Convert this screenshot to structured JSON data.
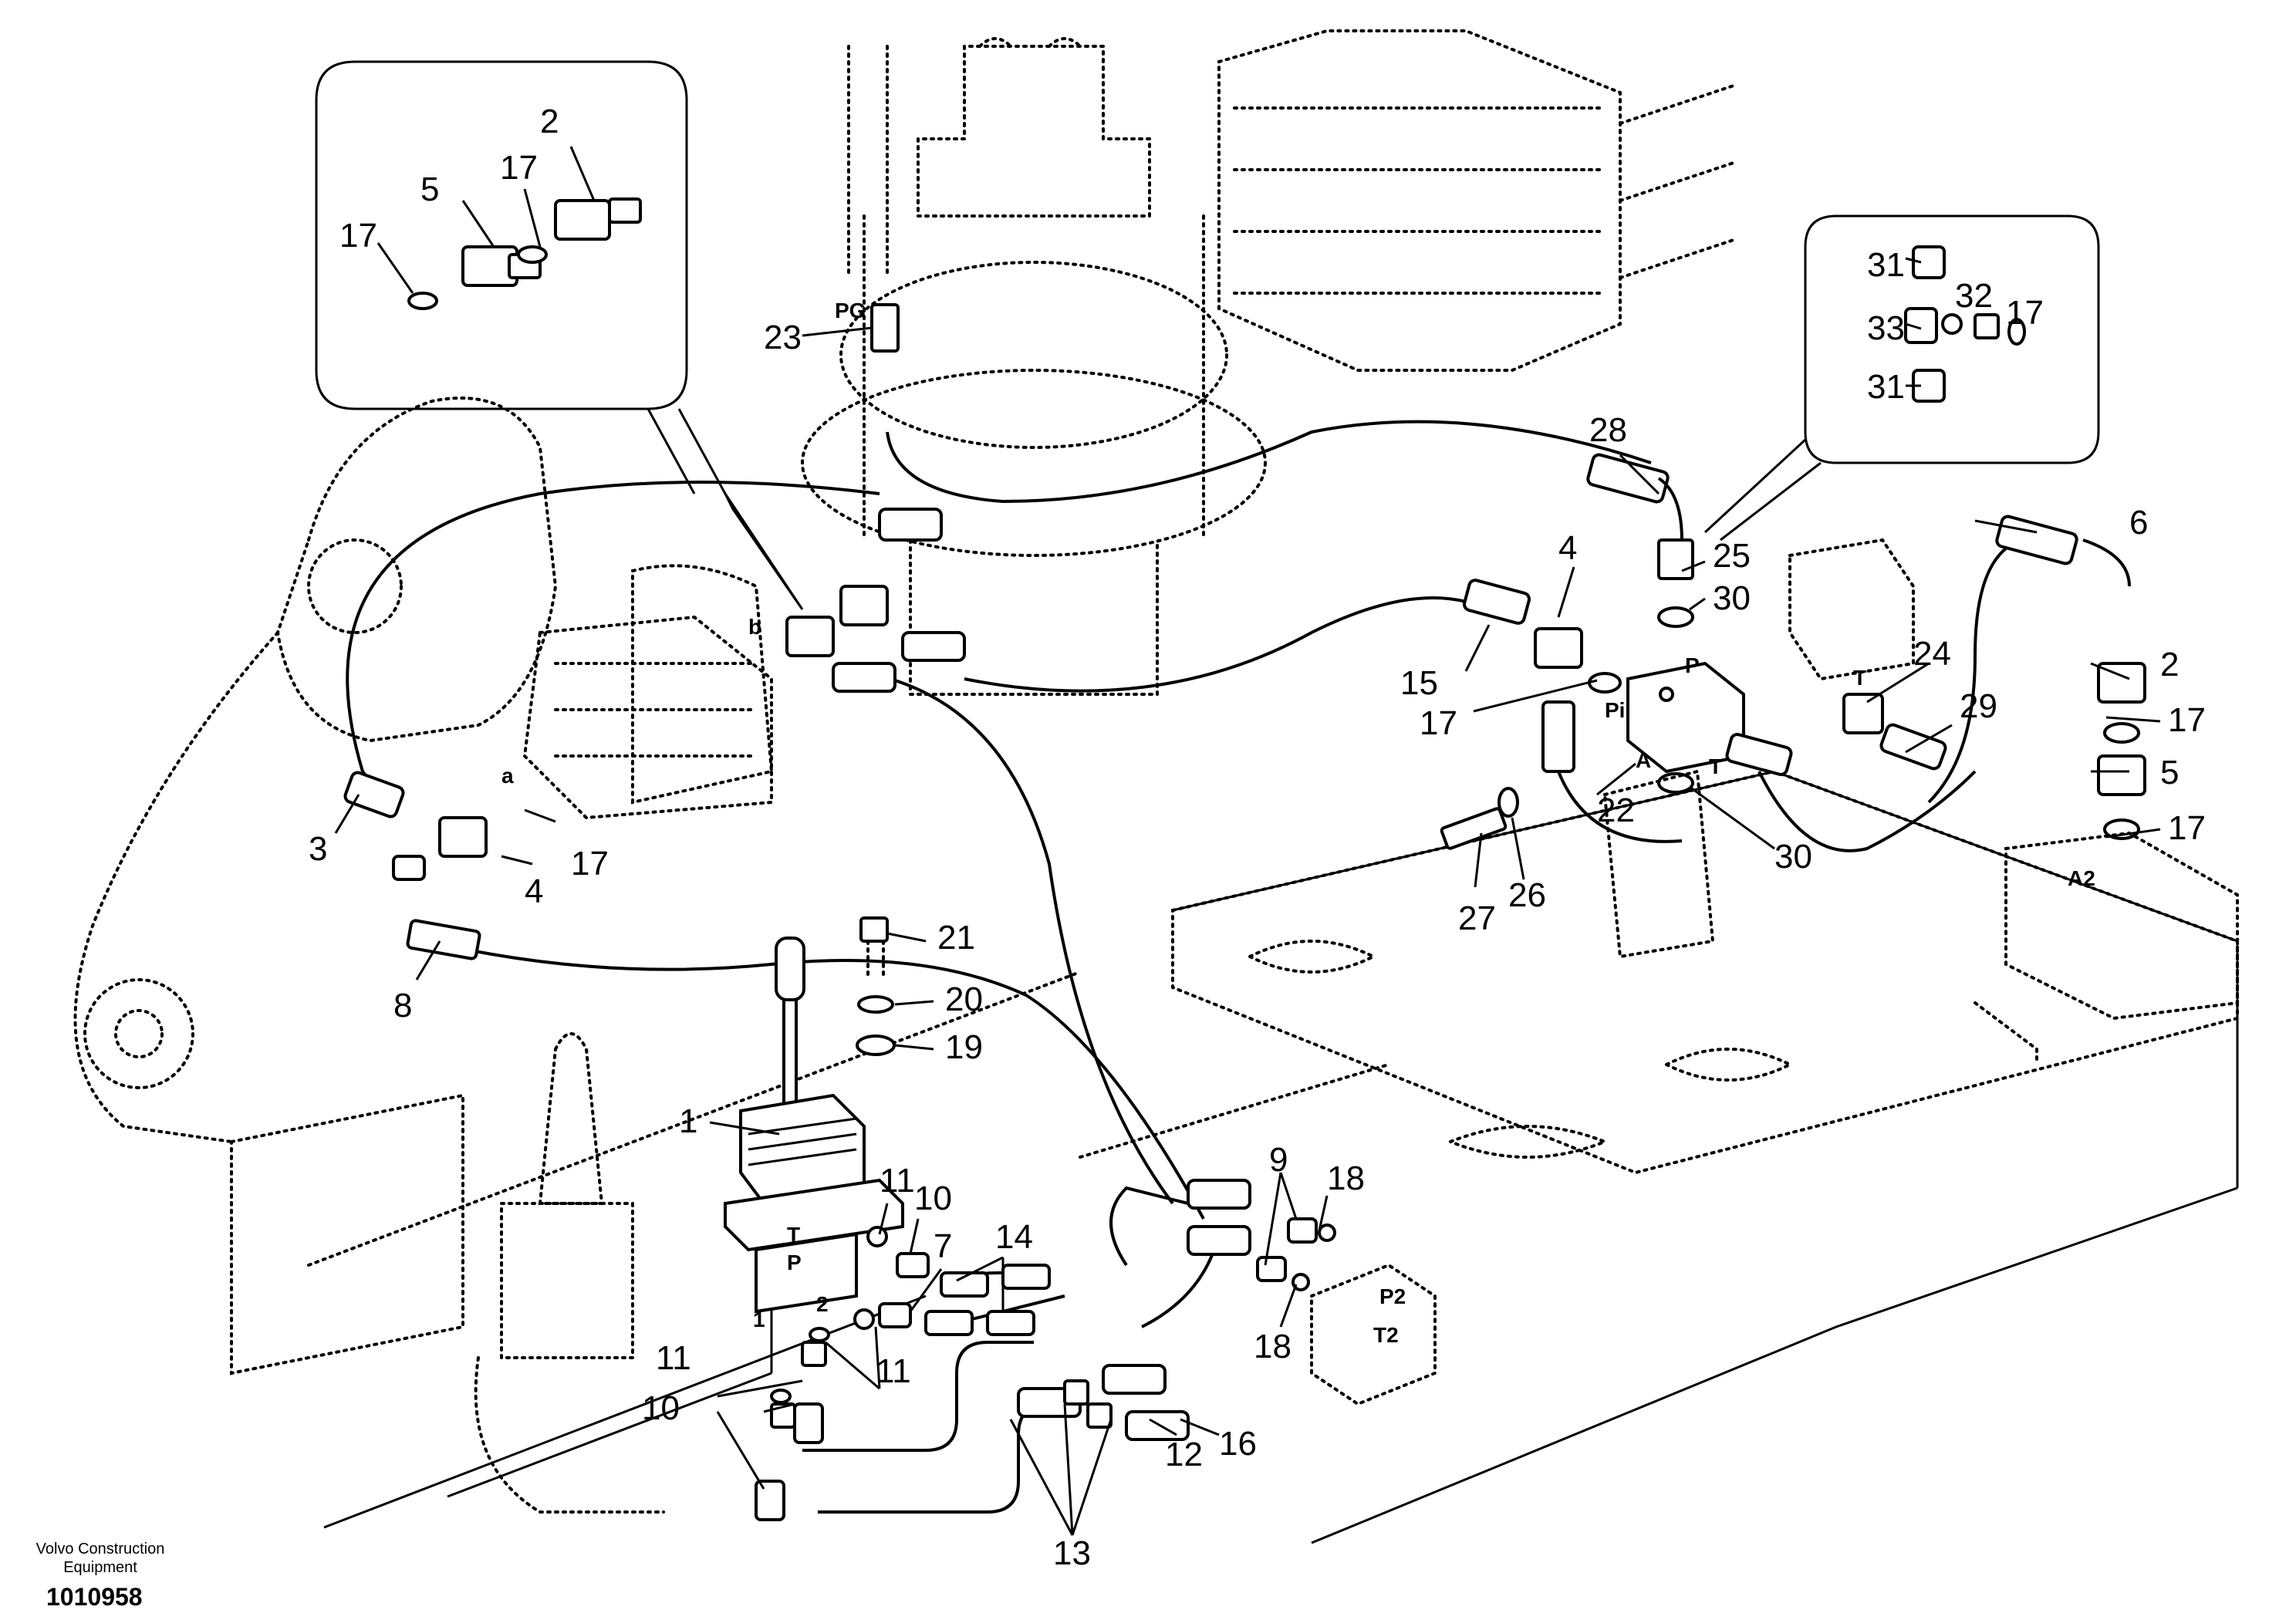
{
  "footer": {
    "company_line1": "Volvo Construction",
    "company_line2": "Equipment",
    "drawing_number": "1010958"
  },
  "port_labels": {
    "pg": "PG",
    "b": "b",
    "a_small": "a",
    "p": "P",
    "pi": "Pi",
    "a": "A",
    "t": "T",
    "t_top": "T",
    "a2": "A2",
    "p2": "P2",
    "t2": "T2",
    "valve_t": "T",
    "valve_p": "P",
    "valve_1": "1",
    "valve_2": "2"
  },
  "callouts": {
    "c1": "1",
    "c2_inset": "2",
    "c2": "2",
    "c3": "3",
    "c4a": "4",
    "c4b": "4",
    "c5_inset": "5",
    "c5": "5",
    "c6": "6",
    "c7": "7",
    "c8": "8",
    "c9": "9",
    "c10a": "10",
    "c10b": "10",
    "c11a": "11",
    "c11b": "11",
    "c11c": "11",
    "c12": "12",
    "c13": "13",
    "c14": "14",
    "c15": "15",
    "c16": "16",
    "c17_inset_a": "17",
    "c17_inset_b": "17",
    "c17a": "17",
    "c17b": "17",
    "c17c": "17",
    "c17d": "17",
    "c17_inset_r": "17",
    "c18a": "18",
    "c18b": "18",
    "c19": "19",
    "c20": "20",
    "c21": "21",
    "c22": "22",
    "c23": "23",
    "c24": "24",
    "c25": "25",
    "c26": "26",
    "c27": "27",
    "c28": "28",
    "c29": "29",
    "c30a": "30",
    "c30b": "30",
    "c31a": "31",
    "c31b": "31",
    "c32": "32",
    "c33": "33"
  }
}
